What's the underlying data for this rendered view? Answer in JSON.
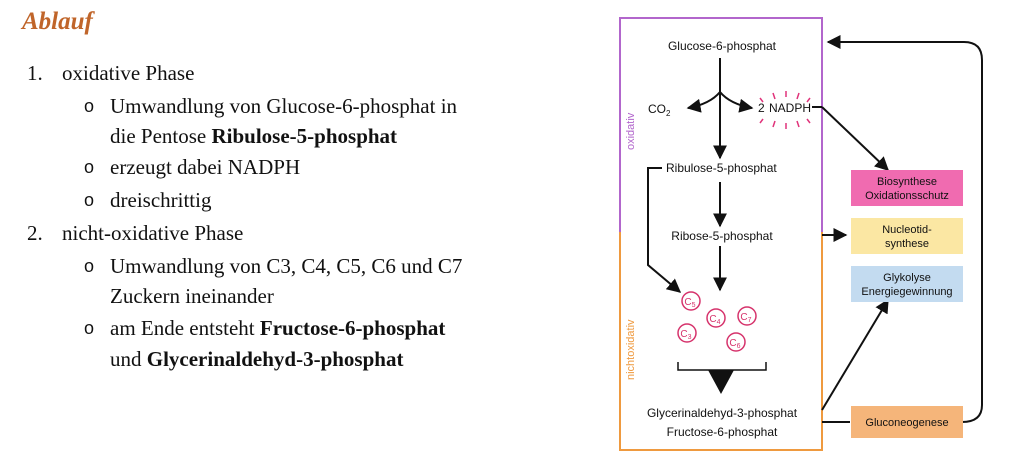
{
  "title": "Ablauf",
  "list": {
    "item1": {
      "number": "1.",
      "label": "oxidative Phase",
      "bullets": {
        "a": {
          "symbol": "o",
          "line1": "Umwandlung von Glucose-6-phosphat in",
          "line2_pre": "die Pentose ",
          "line2_bold": "Ribulose-5-phosphat"
        },
        "b": {
          "symbol": "o",
          "text": "erzeugt dabei NADPH"
        },
        "c": {
          "symbol": "o",
          "text": "dreischrittig"
        }
      }
    },
    "item2": {
      "number": "2.",
      "label": "nicht-oxidative Phase",
      "bullets": {
        "a": {
          "symbol": "o",
          "line1": "Umwandlung von C3, C4, C5, C6 und C7",
          "line2": "Zuckern ineinander"
        },
        "b": {
          "symbol": "o",
          "line1_pre": "am Ende entsteht ",
          "line1_bold": "Fructose-6-phosphat",
          "line2_pre": "und ",
          "line2_bold": "Glycerinaldehyd-3-phosphat"
        }
      }
    }
  },
  "diagram": {
    "glucose": "Glucose-6-phosphat",
    "co2_main": "CO",
    "co2_sub": "2",
    "nadph_coef": "2",
    "nadph": "NADPH",
    "ribulose": "Ribulose-5-phosphat",
    "ribose": "Ribose-5-phosphat",
    "carbons": {
      "c5": {
        "letter": "C",
        "sub": "5"
      },
      "c4": {
        "letter": "C",
        "sub": "4"
      },
      "c7": {
        "letter": "C",
        "sub": "7"
      },
      "c3": {
        "letter": "C",
        "sub": "3"
      },
      "c6": {
        "letter": "C",
        "sub": "6"
      }
    },
    "product1": "Glycerinaldehyd-3-phosphat",
    "product2": "Fructose-6-phosphat",
    "label_oxidative": "oxidativ",
    "label_nonoxidative": "nichtoxidativ",
    "boxes": {
      "biosynthese": {
        "line1": "Biosynthese",
        "line2": "Oxidationsschutz",
        "color": "#f06bb0"
      },
      "nucleotid": {
        "line1": "Nucleotid-",
        "line2": "synthese",
        "color": "#fbe7a3"
      },
      "glykolyse": {
        "line1": "Glykolyse",
        "line2": "Energiegewinnung",
        "color": "#c3dbf0"
      },
      "gluconeogenese": {
        "line1": "Gluconeogenese",
        "color": "#f5b57a"
      }
    },
    "colors": {
      "oxidative_border": "#b266cc",
      "nonoxidative_border": "#ef9a3f",
      "carbon": "#d6336c",
      "nadph_rays": "#e0337a"
    }
  }
}
